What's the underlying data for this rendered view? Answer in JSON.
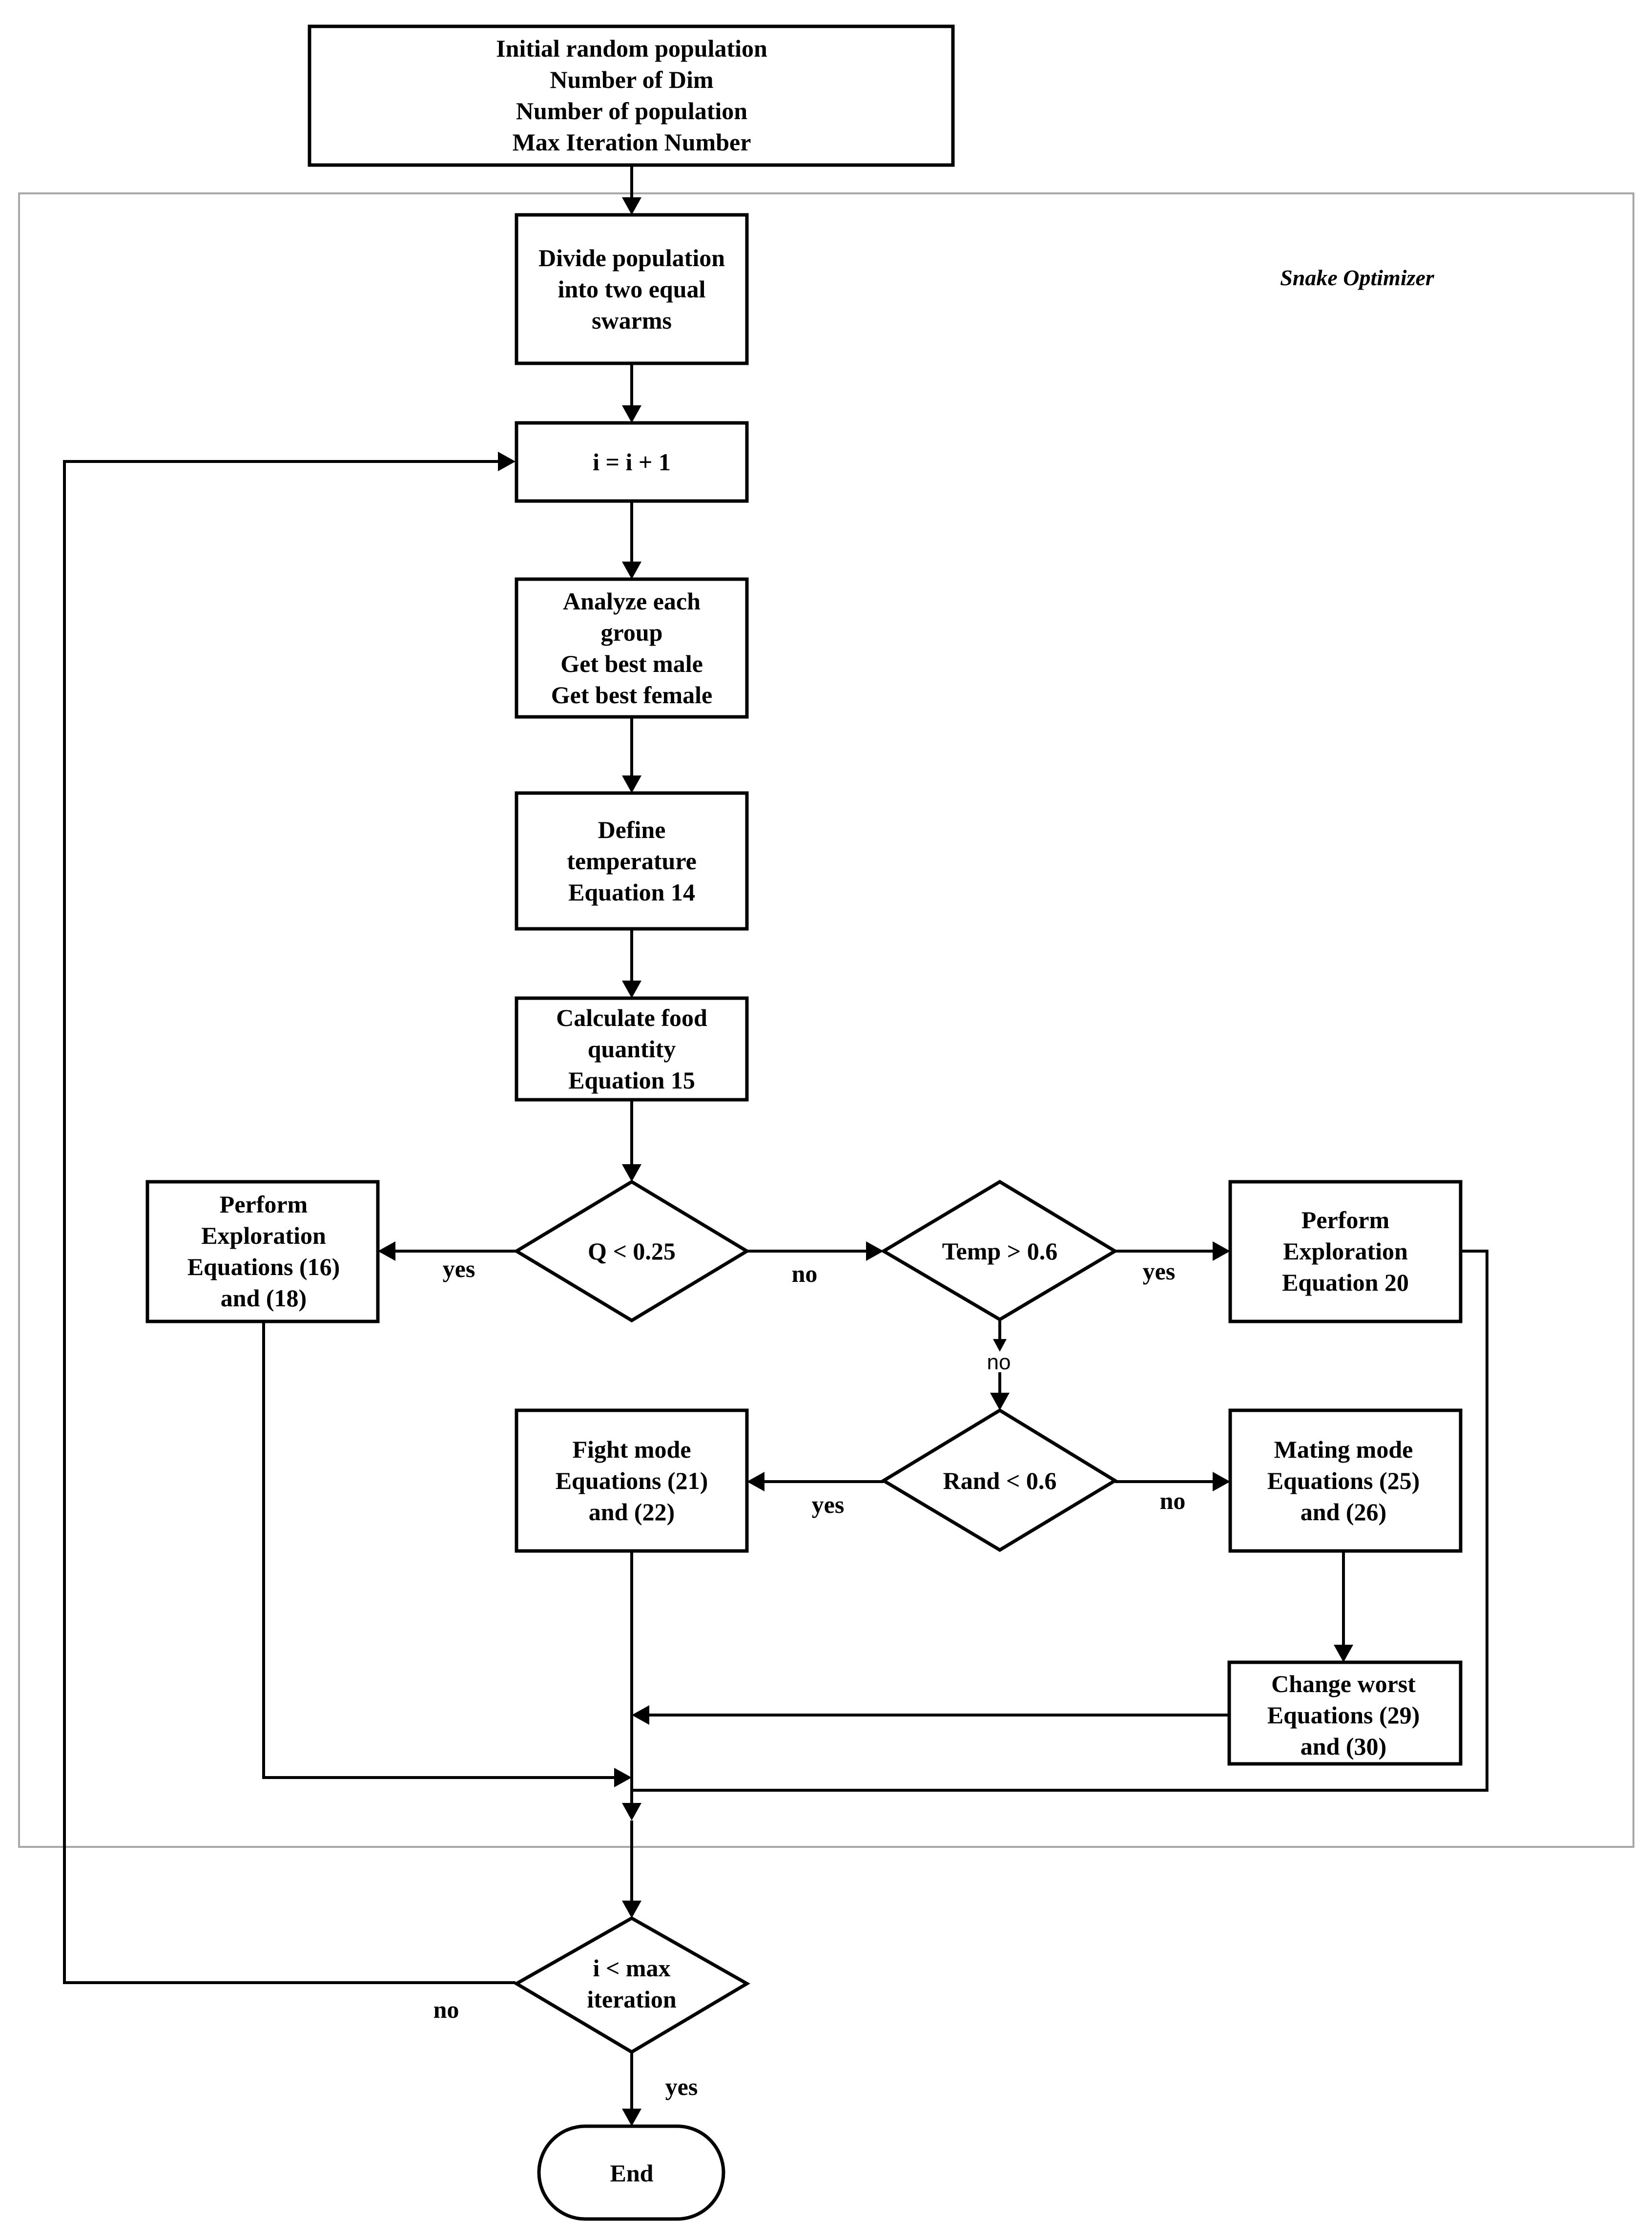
{
  "diagram": {
    "container_label": "Snake Optimizer",
    "nodes": {
      "init": {
        "lines": [
          "Initial random population",
          "Number of Dim",
          "Number of population",
          "Max Iteration Number"
        ]
      },
      "divide": {
        "lines": [
          "Divide population",
          "into two equal",
          "swarms"
        ]
      },
      "increment": {
        "lines": [
          "i = i + 1"
        ]
      },
      "analyze": {
        "lines": [
          "Analyze each",
          "group",
          "Get best male",
          "Get best female"
        ]
      },
      "temperature": {
        "lines": [
          "Define",
          "temperature",
          "Equation 14"
        ]
      },
      "food": {
        "lines": [
          "Calculate food",
          "quantity",
          "Equation 15"
        ]
      },
      "q_check": {
        "lines": [
          "Q < 0.25"
        ]
      },
      "explore_left": {
        "lines": [
          "Perform",
          "Exploration",
          "Equations (16)",
          "and (18)"
        ]
      },
      "temp_check": {
        "lines": [
          "Temp > 0.6"
        ]
      },
      "explore_right": {
        "lines": [
          "Perform",
          "Exploration",
          "Equation 20"
        ]
      },
      "rand_check": {
        "lines": [
          "Rand < 0.6"
        ]
      },
      "fight": {
        "lines": [
          "Fight mode",
          "Equations (21)",
          "and   (22)"
        ]
      },
      "mating": {
        "lines": [
          "Mating mode",
          "Equations (25)",
          "and (26)"
        ]
      },
      "change_worst": {
        "lines": [
          "Change worst",
          "Equations (29)",
          "and (30)"
        ]
      },
      "iter_check": {
        "lines": [
          "i < max",
          "iteration"
        ]
      },
      "end": {
        "lines": [
          "End"
        ]
      }
    },
    "edge_labels": {
      "q_yes": "yes",
      "q_no": "no",
      "temp_yes": "yes",
      "temp_no": "no",
      "rand_yes": "yes",
      "rand_no": "no",
      "iter_no": "no",
      "iter_yes": "yes"
    }
  }
}
